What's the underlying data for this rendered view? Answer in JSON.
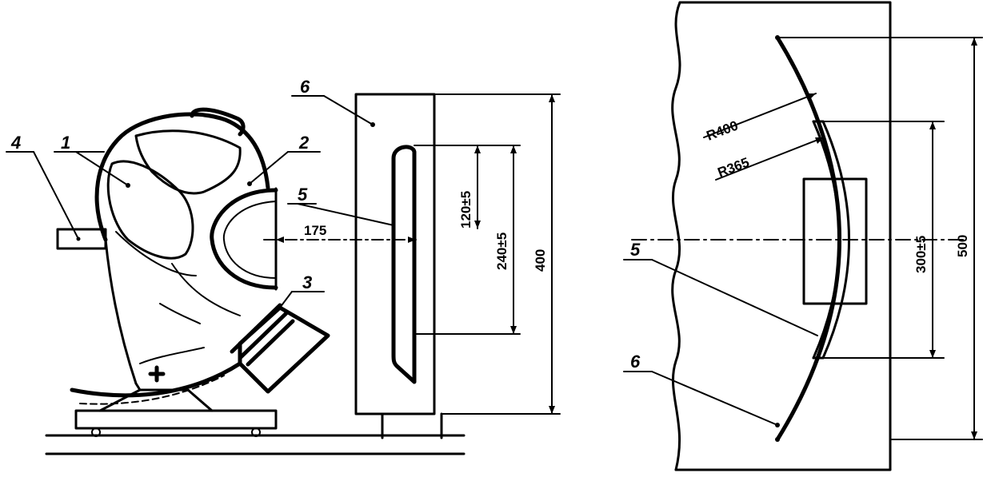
{
  "left_view": {
    "callouts": {
      "helmet": "1",
      "visor_window": "2",
      "filter": "3",
      "mount": "4",
      "target_slot": "5",
      "target_panel": "6"
    },
    "dimensions": {
      "distance": "175",
      "slot_upper": "120±5",
      "slot_length": "240±5",
      "panel_height": "400"
    }
  },
  "right_view": {
    "callouts": {
      "target_slot": "5",
      "target_panel": "6"
    },
    "dimensions": {
      "outer_radius": "R400",
      "inner_radius": "R365",
      "slot_length": "300±5",
      "panel_height": "500"
    }
  }
}
